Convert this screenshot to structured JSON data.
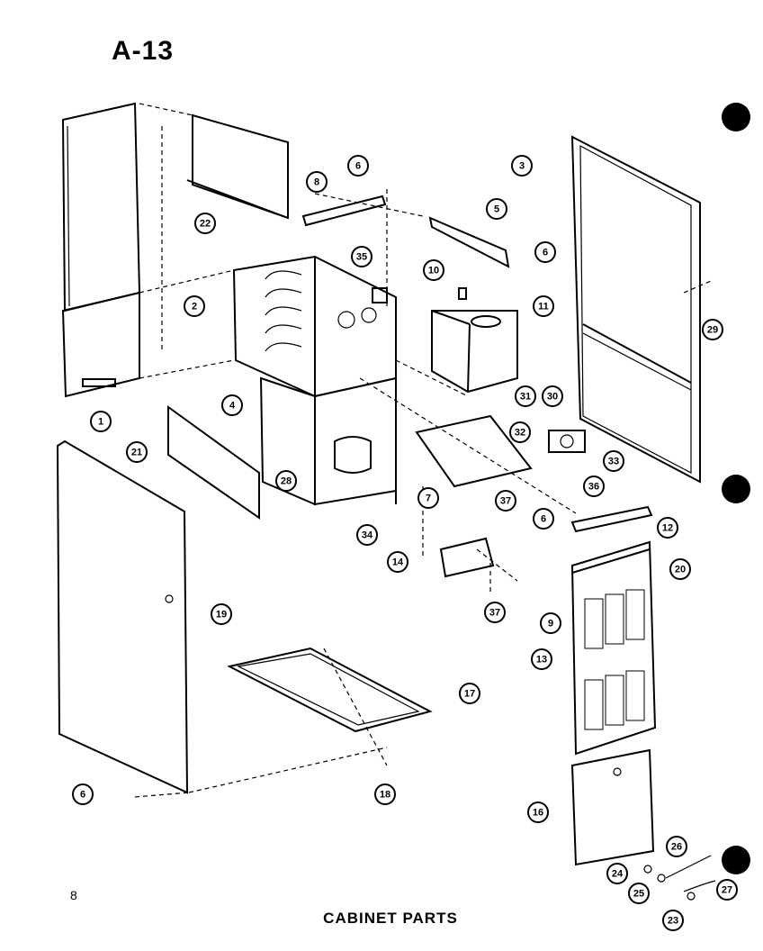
{
  "title": "A-13",
  "caption": "CABINET PARTS",
  "page_number": "8",
  "callouts": [
    "1",
    "2",
    "3",
    "4",
    "5",
    "6",
    "6",
    "6",
    "6",
    "7",
    "8",
    "9",
    "10",
    "11",
    "12",
    "13",
    "14",
    "16",
    "17",
    "18",
    "19",
    "20",
    "21",
    "22",
    "23",
    "24",
    "25",
    "26",
    "27",
    "28",
    "29",
    "30",
    "31",
    "32",
    "33",
    "34",
    "35",
    "36",
    "37",
    "37"
  ]
}
